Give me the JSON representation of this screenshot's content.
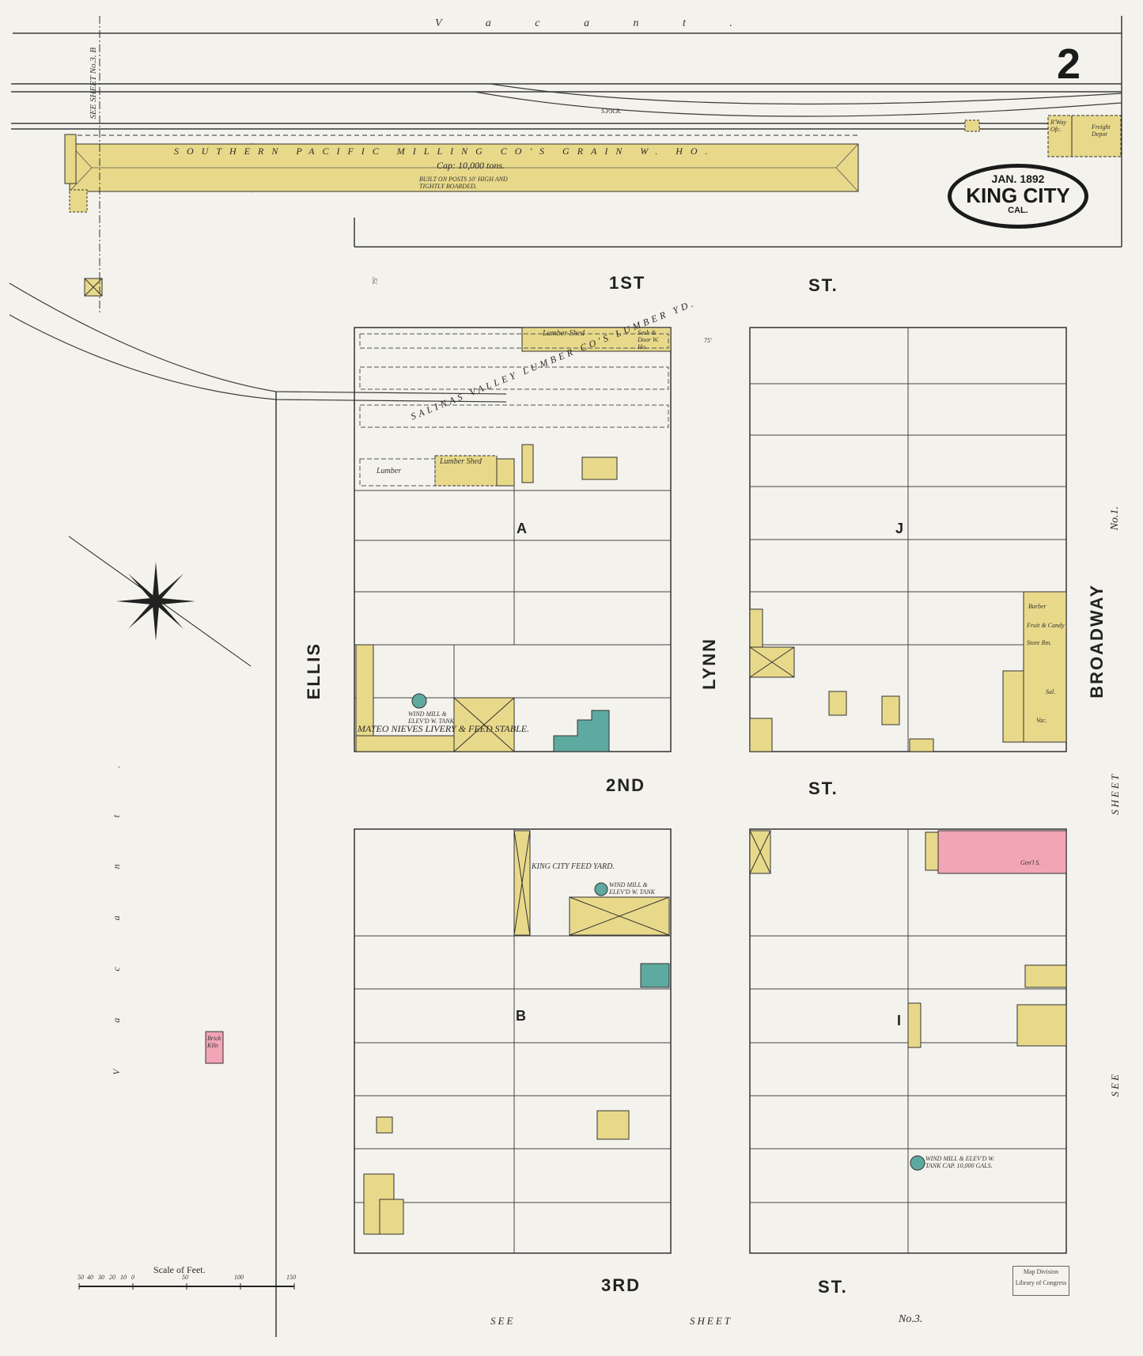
{
  "sheet": {
    "number": "2",
    "date": "JAN. 1892",
    "city": "KING CITY",
    "state": "CAL."
  },
  "streets": {
    "first": "1ST",
    "first_st": "ST.",
    "second": "2ND",
    "second_st": "ST.",
    "third": "3RD",
    "third_st": "ST.",
    "ellis": "ELLIS",
    "lynn": "LYNN",
    "broadway": "BROADWAY"
  },
  "blocks": {
    "a": "A",
    "j": "J",
    "b": "B",
    "i": "I"
  },
  "labels": {
    "vacant_top": "V a c a n t .",
    "vacant_left": "V a c a n t .",
    "railroad": "S.P.R.R.",
    "grain_warehouse": "SOUTHERN PACIFIC MILLING CO'S GRAIN W. HO.",
    "grain_cap": "Cap: 10,000 tons.",
    "grain_note": "BUILT ON POSTS 10' HIGH AND TIGHTLY BOARDED.",
    "lumber_yard": "SALINAS VALLEY LUMBER CO'S LUMBER YD.",
    "lumber_shed": "Lumber Shed",
    "lumber": "Lumber",
    "lumber_shed2": "Lumber Shed",
    "sash_door": "Sash & Door W. Ho.",
    "livery": "MATEO NIEVES LIVERY & FEED STABLE.",
    "wind_mill_a": "WIND MILL & ELEV'D W. TANK",
    "feed_yard": "KING CITY FEED YARD.",
    "wind_mill_b": "WIND MILL & ELEV'D W. TANK",
    "wind_mill_i": "WIND MILL & ELEV'D W. TANK CAP. 10,000 GALS.",
    "brick_kiln": "Brick Kiln",
    "gen_store": "Gen'l S.",
    "barber": "Barber",
    "fruit_candy": "Fruit & Candy",
    "store_rm": "Store Rm.",
    "sal": "Sal.",
    "vac": "Vac.",
    "freight_depot": "Freight Depot",
    "railway_office": "R'Way Ofc.",
    "see_sheet_bottom": "SEE",
    "sheet_bottom": "SHEET",
    "no3_bottom": "No.3.",
    "see_sheet_right": "SEE",
    "sheet_right": "SHEET",
    "no1_right": "No.1.",
    "see_sheet_left": "SEE SHEET No.3. B",
    "scale_title": "Scale of Feet.",
    "scale_ticks": [
      "50",
      "40",
      "30",
      "20",
      "10",
      "0",
      "50",
      "100",
      "150"
    ],
    "dim_75": "75'",
    "stamp": "Map Division Library of Congress"
  },
  "colors": {
    "paper": "#f4f2ec",
    "frame": "#e8d98a",
    "brick": "#f2a5b4",
    "stone": "#5ea9a0",
    "line": "#3a3a3a"
  }
}
